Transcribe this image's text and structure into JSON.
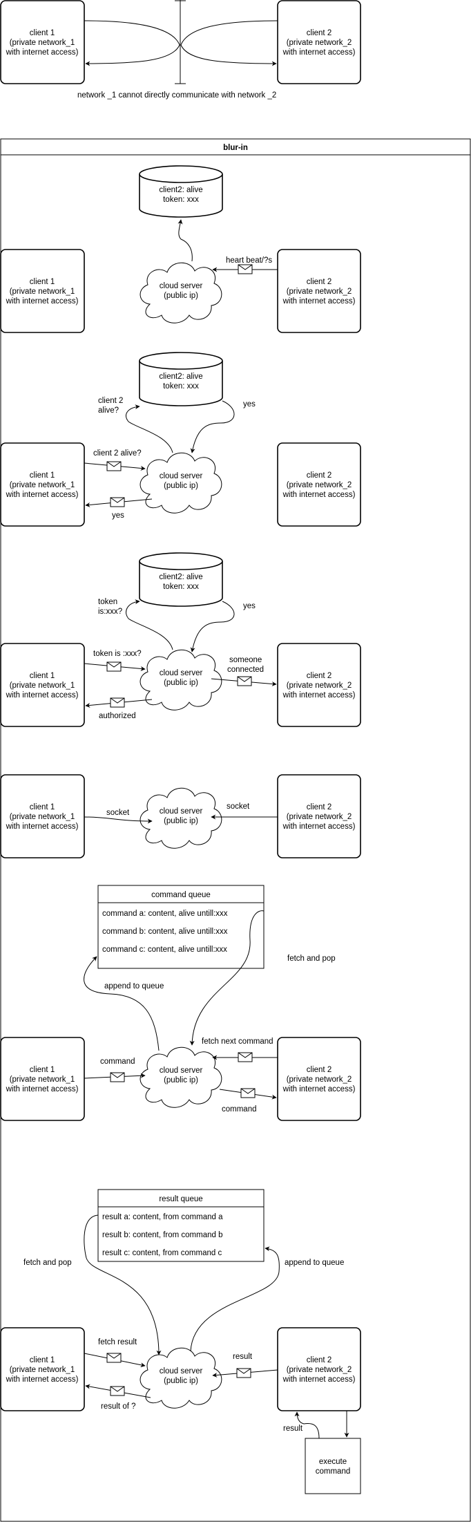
{
  "client1": {
    "line1": "client 1",
    "line2": "(private network_1",
    "line3": "with internet access)"
  },
  "client2": {
    "line1": "client 2",
    "line2": "(private network_2",
    "line3": "with internet access)"
  },
  "cloud": {
    "line1": "cloud server",
    "line2": "(public ip)"
  },
  "db": {
    "line1": "client2: alive",
    "line2": "token: xxx"
  },
  "top_note": "network _1 cannot directly communicate with network _2",
  "swimlane_title": "blur-in",
  "step1": {
    "heartbeat": "heart beat/?s"
  },
  "step2": {
    "alive_q": "client 2 alive?",
    "alive_q_line1": "client 2",
    "alive_q_line2": "alive?",
    "yes": "yes"
  },
  "step3": {
    "token_q": "token is :xxx?",
    "token_line1": "token",
    "token_line2": "is:xxx?",
    "yes": "yes",
    "someone_line1": "someone",
    "someone_line2": "connected",
    "authorized": "authorized"
  },
  "step4": {
    "socket": "socket"
  },
  "step5": {
    "queue_title": "command queue",
    "rows": [
      "command a: content, alive untill:xxx",
      "command b: content, alive untill:xxx",
      "command c: content, alive untill:xxx"
    ],
    "fetch_pop": "fetch and pop",
    "append": "append to queue",
    "fetch_next": "fetch next command",
    "command": "command"
  },
  "step6": {
    "queue_title": "result queue",
    "rows": [
      "result a: content, from command a",
      "result b: content, from command b",
      "result c: content, from command c"
    ],
    "fetch_pop": "fetch and pop",
    "append": "append to queue",
    "fetch_result": "fetch result",
    "result_of": "result of ?",
    "result": "result",
    "execute_line1": "execute",
    "execute_line2": "command"
  }
}
